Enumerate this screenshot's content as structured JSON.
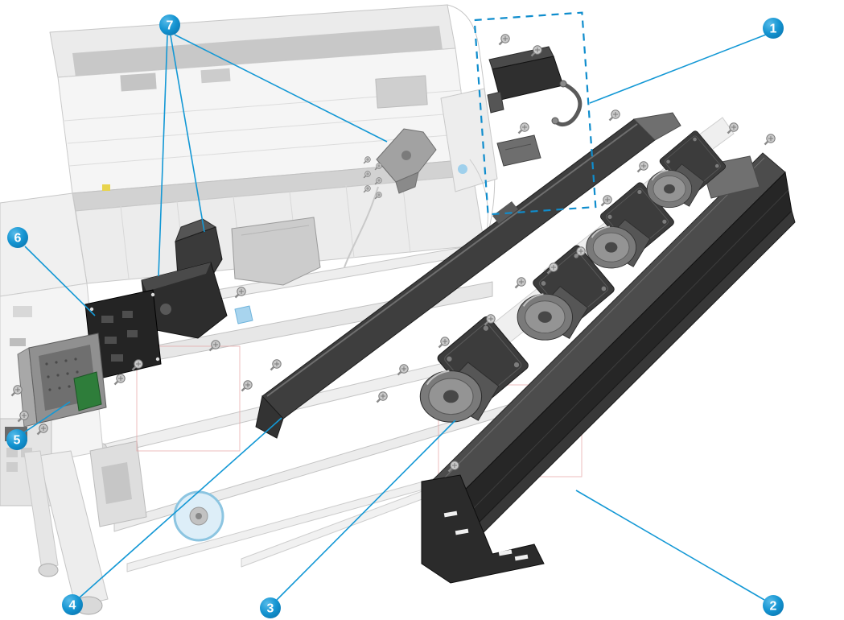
{
  "figure": {
    "type": "exploded-parts-diagram",
    "description": "large-format-printer-exploded-view",
    "background_color": "#ffffff",
    "accent_color": "#0f8dcd",
    "leader_line_color": "#1398d5",
    "badge_text_color": "#ffffff"
  },
  "callouts": [
    {
      "label": "1",
      "target": "boxed-assembly"
    },
    {
      "label": "2",
      "target": "main-beam"
    },
    {
      "label": "3",
      "target": "motor-assembly"
    },
    {
      "label": "4",
      "target": "cover-beam"
    },
    {
      "label": "5",
      "target": "bracket-board"
    },
    {
      "label": "6",
      "target": "pca-board"
    },
    {
      "label": "7",
      "target": "brackets-and-covers"
    }
  ]
}
